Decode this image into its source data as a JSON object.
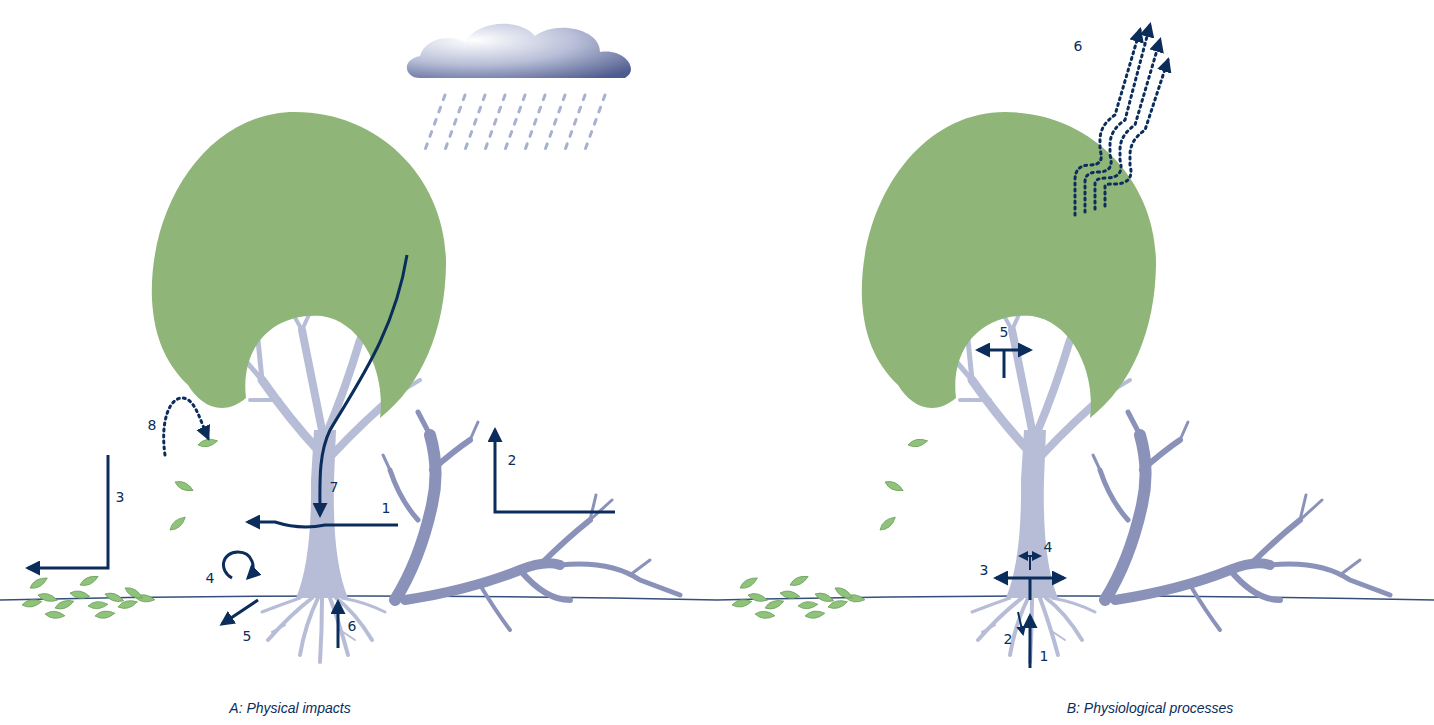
{
  "diagram": {
    "labels": [
      "8",
      "7",
      "1",
      "2",
      "3",
      "4",
      "5",
      "6",
      "A: Physical impacts",
      "6",
      "5",
      "4",
      "3",
      "2",
      "1",
      "B: Physiological processes"
    ]
  }
}
